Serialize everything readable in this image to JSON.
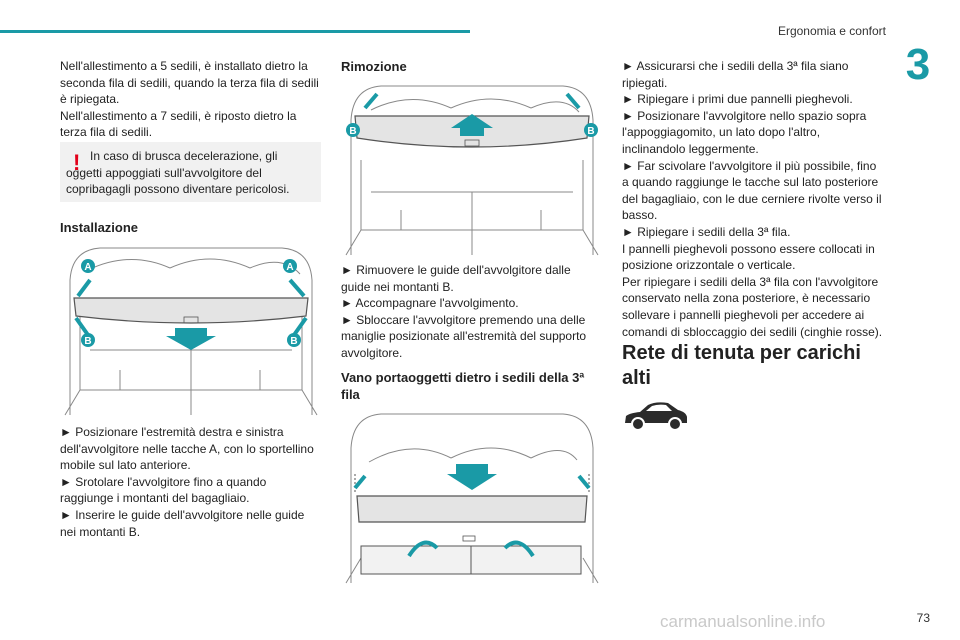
{
  "header": {
    "title": "Ergonomia e confort",
    "chapter": "3"
  },
  "col1": {
    "intro": [
      "Nell'allestimento a 5 sedili, è installato dietro la seconda fila di sedili, quando la terza fila di sedili è ripiegata.",
      "Nell'allestimento a 7 sedili, è riposto dietro la terza fila di sedili."
    ],
    "warning": {
      "icon": "!",
      "text": "In caso di brusca decelerazione, gli oggetti appoggiati sull'avvolgitore del copribagagli possono diventare pericolosi."
    },
    "installation_title": "Installazione",
    "figure_labels": [
      "A",
      "A",
      "B",
      "B"
    ],
    "steps": [
      "► Posizionare l'estremità destra e sinistra dell'avvolgitore nelle tacche A, con lo sportellino mobile sul lato anteriore.",
      "► Srotolare l'avvolgitore fino a quando raggiunge i montanti del bagagliaio.",
      "► Inserire le guide dell'avvolgitore nelle guide nei montanti B."
    ]
  },
  "col2": {
    "removal_title": "Rimozione",
    "figure_labels": [
      "B",
      "B"
    ],
    "steps": [
      "► Rimuovere le guide dell'avvolgitore dalle guide nei montanti B.",
      "► Accompagnare l'avvolgimento.",
      "► Sbloccare l'avvolgitore premendo una delle maniglie posizionate all'estremità del supporto avvolgitore."
    ],
    "space_title": "Vano portaoggetti dietro i sedili della 3ª fila"
  },
  "col3": {
    "lines": [
      "► Assicurarsi che i sedili della 3ª fila siano ripiegati.",
      "► Ripiegare i primi due pannelli pieghevoli.",
      "► Posizionare l'avvolgitore nello spazio sopra l'appoggiagomito, un lato dopo l'altro, inclinandolo leggermente.",
      "► Far scivolare l'avvolgitore il più possibile, fino a quando raggiunge le tacche sul lato posteriore del bagagliaio, con le due cerniere rivolte verso il basso.",
      "► Ripiegare i sedili della 3ª fila.",
      "I pannelli pieghevoli possono essere collocati in posizione orizzontale o verticale.",
      "Per ripiegare i sedili della 3ª fila con l'avvolgitore conservato nella zona posteriore, è necessario sollevare i pannelli pieghevoli per accedere ai comandi di sbloccaggio dei sedili (cinghie rosse)."
    ],
    "net_title": "Rete di tenuta per carichi alti"
  },
  "footer": {
    "page": "73",
    "watermark": "carmanualsonline.info"
  },
  "colors": {
    "accent": "#1a9aa6",
    "warning": "#e2001a",
    "arrow": "#1a9aa6"
  }
}
